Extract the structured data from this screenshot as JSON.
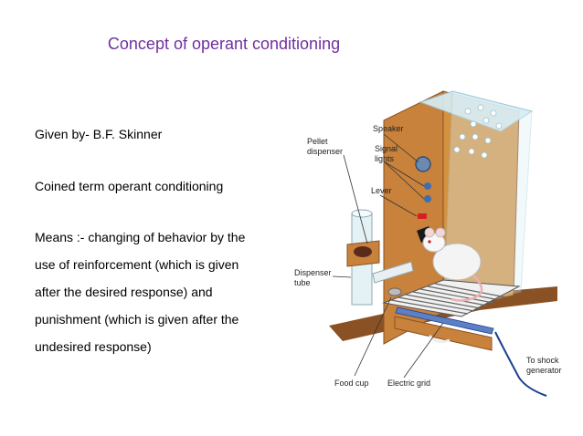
{
  "slide": {
    "title": "Concept of operant conditioning",
    "given_by": "Given by- B.F. Skinner",
    "coined": "Coined term operant conditioning",
    "means_lines": [
      "Means :- changing of behavior by the",
      "use of reinforcement (which is given",
      "after the desired response) and",
      "punishment   (which is given after the",
      "undesired response)"
    ]
  },
  "figure": {
    "labels": {
      "speaker": "Speaker",
      "pellet_1": "Pellet",
      "pellet_2": "dispenser",
      "signal_1": "Signal",
      "signal_2": "lights",
      "lever": "Lever",
      "dispenser_1": "Dispenser",
      "dispenser_2": "tube",
      "food_cup": "Food cup",
      "electric_grid": "Electric grid",
      "shock_1": "To shock",
      "shock_2": "generator"
    },
    "colors": {
      "title": "#7030a0",
      "wood": "#c8823c",
      "wood_dark": "#8a5224",
      "glass": "#d8eef6",
      "cable": "#1b3f8f"
    }
  }
}
